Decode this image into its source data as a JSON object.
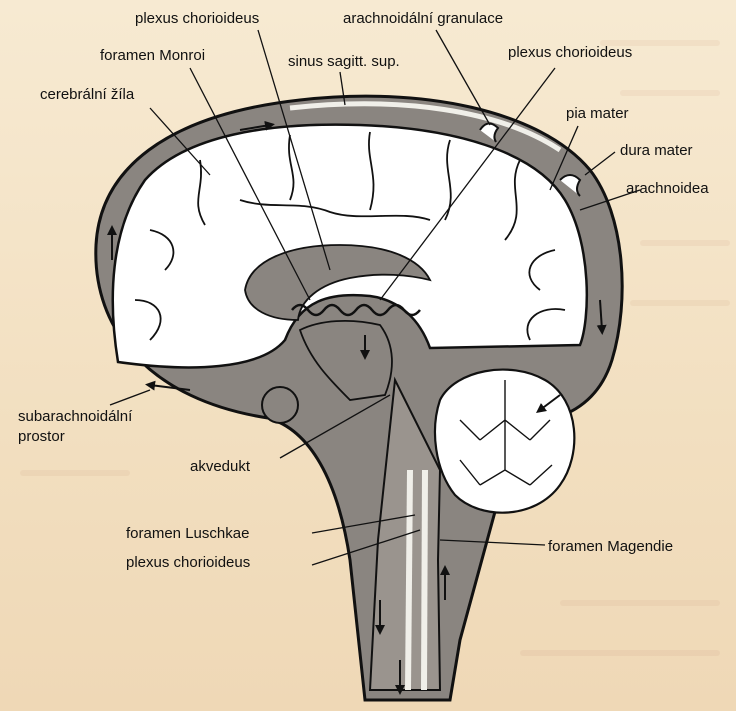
{
  "labels": {
    "plexus_top": "plexus chorioideus",
    "arachnoid_granulace": "arachnoidální granulace",
    "foramen_monroi": "foramen Monroi",
    "sinus_sagitt": "sinus sagitt. sup.",
    "plexus_right": "plexus chorioideus",
    "cerebralni_zila": "cerebrální žíla",
    "pia_mater": "pia mater",
    "dura_mater": "dura mater",
    "arachnoidea": "arachnoidea",
    "subarachnoidalni_1": "subarachnoidální",
    "subarachnoidalni_2": "prostor",
    "akvedukt": "akvedukt",
    "foramen_luschkae": "foramen Luschkae",
    "foramen_magendie": "foramen Magendie",
    "plexus_bottom": "plexus chorioideus"
  },
  "colors": {
    "csf_gray": "#8a8580",
    "outline": "#111111",
    "brain_white": "#ffffff"
  }
}
